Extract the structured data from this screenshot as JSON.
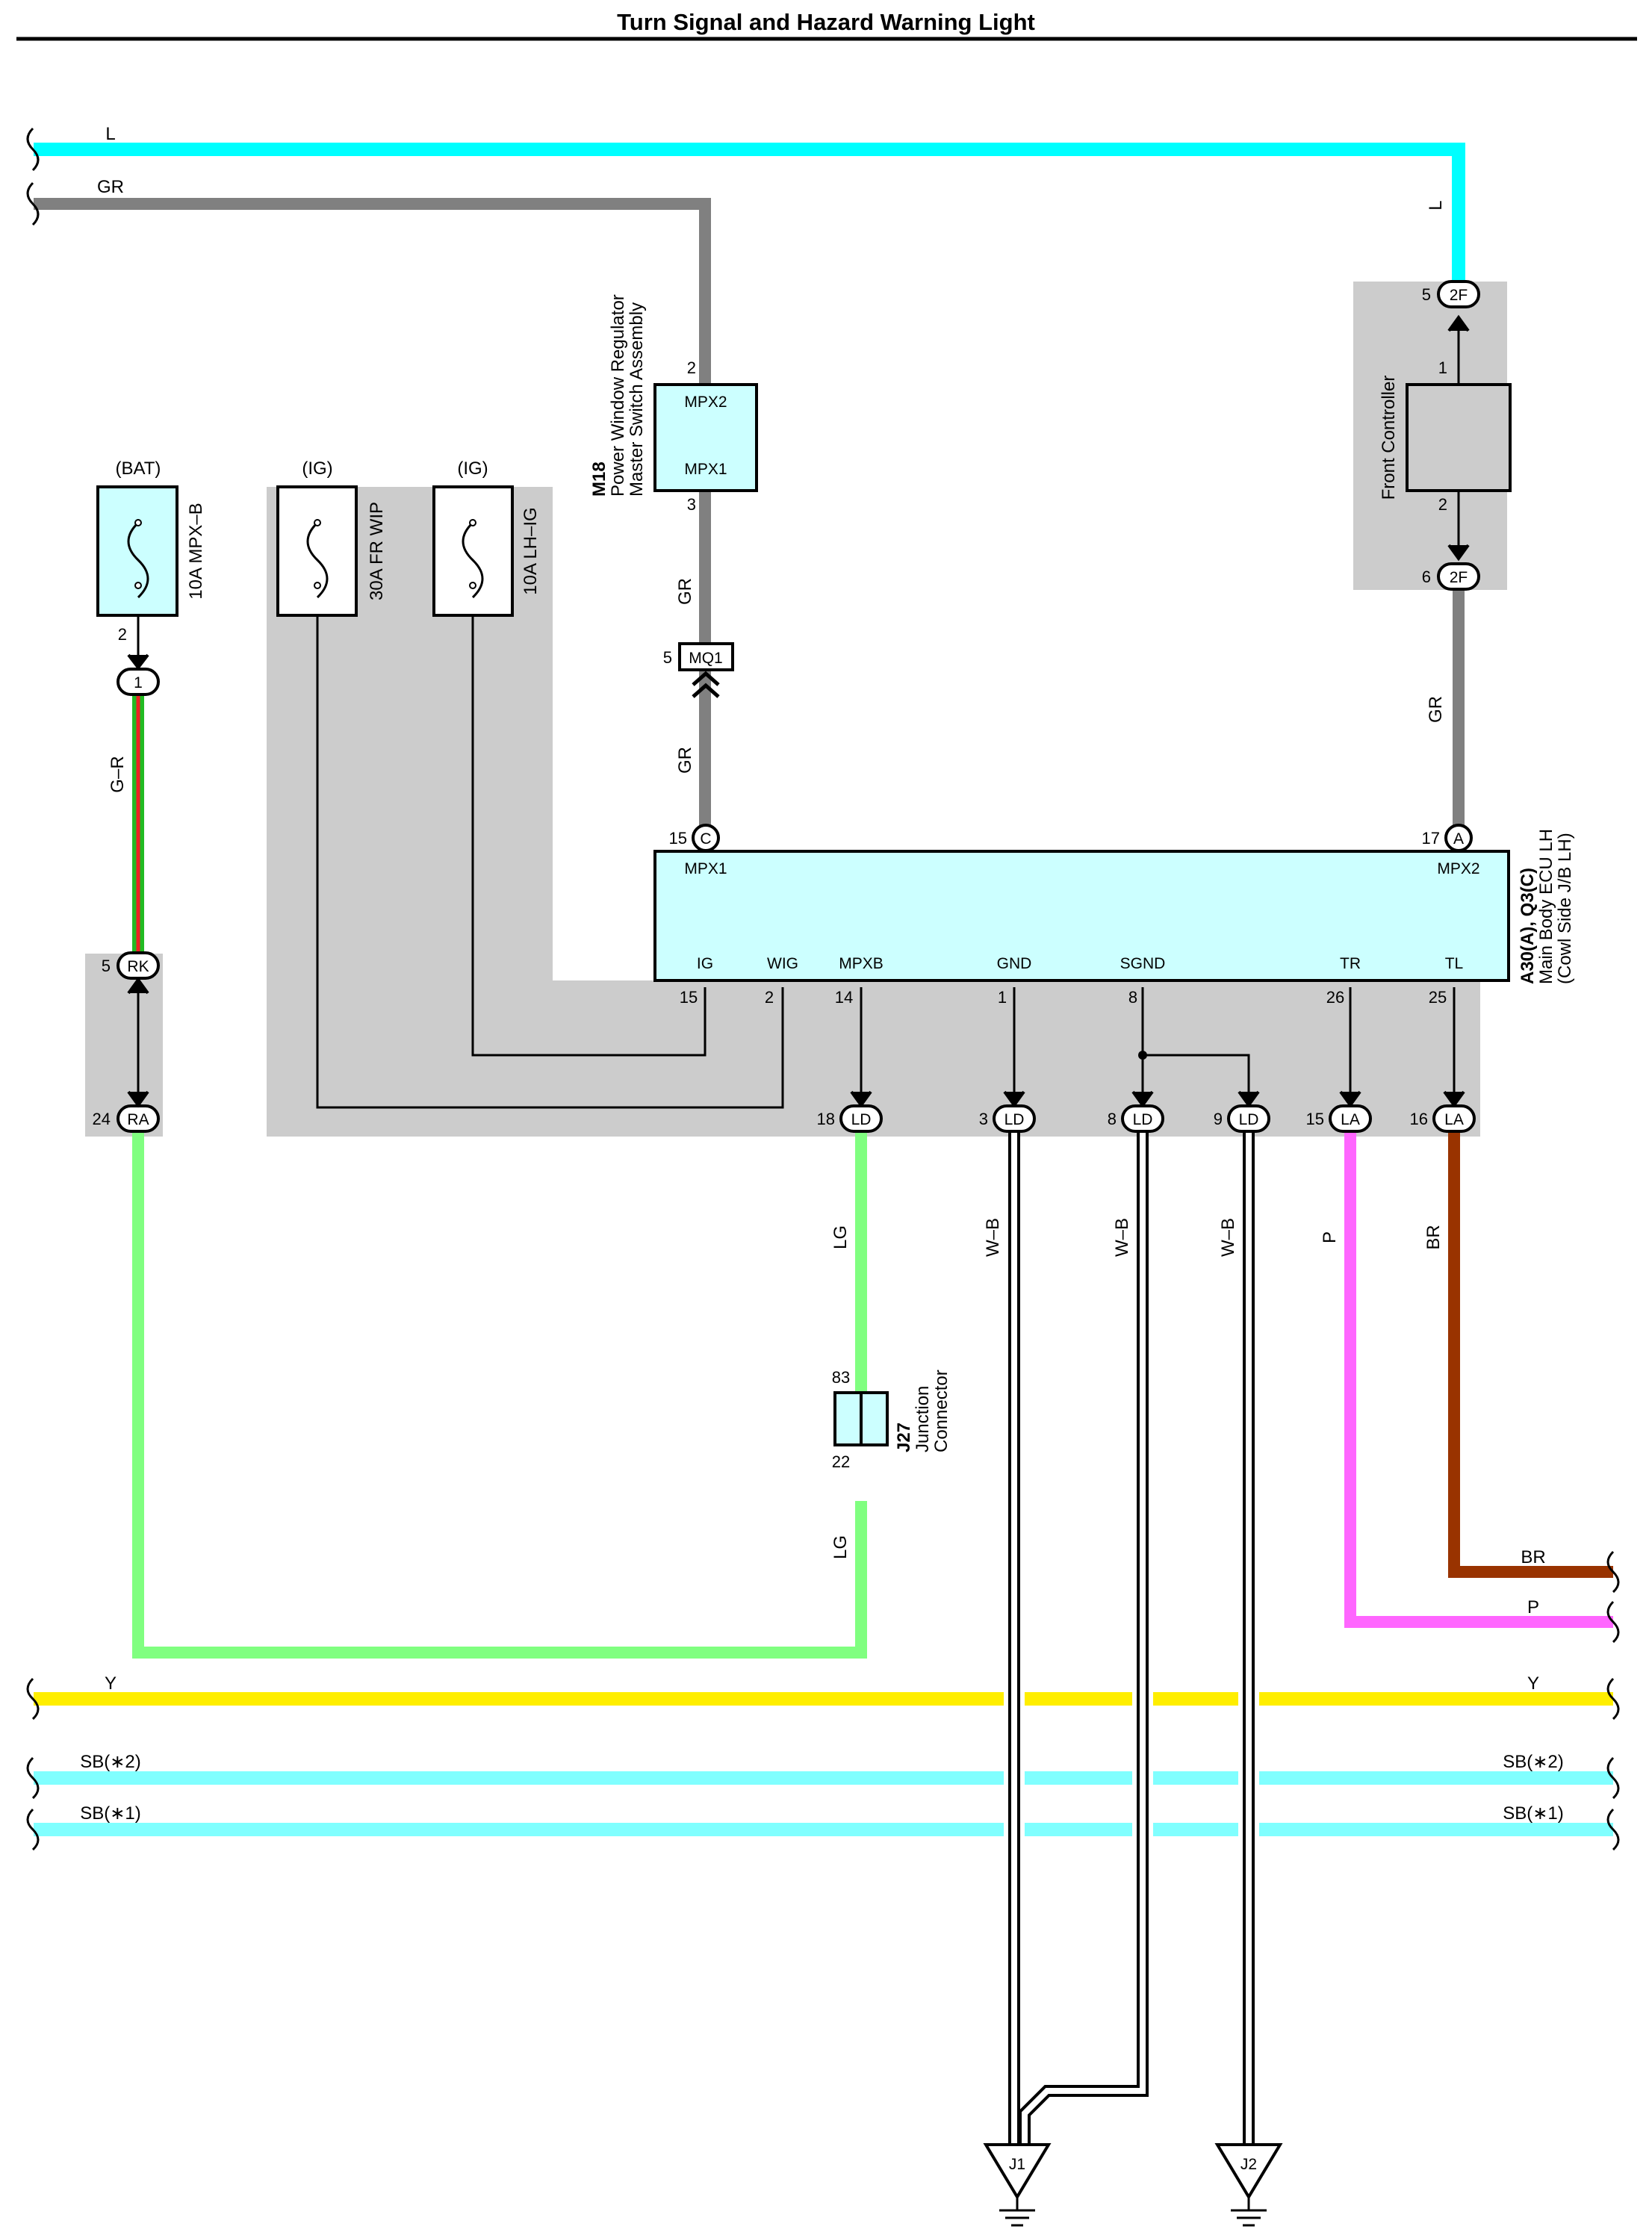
{
  "title": "Turn Signal and Hazard Warning Light",
  "colors": {
    "L": "#00ffff",
    "GR": "#808080",
    "G": "#22bb22",
    "R": "#ee2222",
    "LG": "#80ff80",
    "P": "#ff66ff",
    "BR": "#993300",
    "Y": "#ffee00",
    "SB": "#80ffff",
    "WB_outer": "#000000",
    "WB_inner": "#ffffff",
    "component_fill": "#ccffff",
    "shade": "#cccccc",
    "controller_fill": "#cccccc"
  },
  "wires": {
    "L_top": "L",
    "L_right": "L",
    "GR_top": "GR",
    "GR_mq1_top": "GR",
    "GR_mq1_bottom": "GR",
    "GR_front": "GR",
    "G_R": "G–R",
    "LG_1": "LG",
    "LG_2": "LG",
    "WB_1": "W–B",
    "WB_2": "W–B",
    "WB_3": "W–B",
    "P_vert": "P",
    "BR_vert": "BR",
    "BR_right": "BR",
    "P_right": "P",
    "Y_left": "Y",
    "Y_right": "Y",
    "SB2_left": "SB(∗2)",
    "SB2_right": "SB(∗2)",
    "SB1_left": "SB(∗1)",
    "SB1_right": "SB(∗1)"
  },
  "fuses": [
    {
      "supply": "(BAT)",
      "name": "10A MPX–B",
      "pin": "2"
    },
    {
      "supply": "(IG)",
      "name": "30A FR WIP"
    },
    {
      "supply": "(IG)",
      "name": "10A LH–IG"
    }
  ],
  "m18": {
    "code": "M18",
    "name_line1": "Power Window Regulator",
    "name_line2": "Master Switch Assembly",
    "terms": {
      "top": "MPX2",
      "bottom": "MPX1"
    },
    "pins": {
      "top": "2",
      "bottom": "3"
    }
  },
  "front_controller": {
    "name": "Front Controller",
    "pins": {
      "top": "1",
      "bottom": "2"
    }
  },
  "ecu": {
    "code": "A30(A), Q3(C)",
    "name_line1": "Main Body ECU LH",
    "name_line2": "(Cowl Side J/B LH)",
    "top_terms": [
      {
        "label": "MPX1",
        "pin": "15",
        "conn": "C"
      },
      {
        "label": "MPX2",
        "pin": "17",
        "conn": "A"
      }
    ],
    "bottom_terms": [
      {
        "label": "IG",
        "pin": "15"
      },
      {
        "label": "WIG",
        "pin": "2"
      },
      {
        "label": "MPXB",
        "pin": "14"
      },
      {
        "label": "GND",
        "pin": "1"
      },
      {
        "label": "SGND",
        "pin": "8"
      },
      {
        "label": "TR",
        "pin": "26"
      },
      {
        "label": "TL",
        "pin": "25"
      }
    ]
  },
  "connectors": {
    "c1": {
      "label": "1"
    },
    "mq1": {
      "label": "MQ1",
      "pin": "5"
    },
    "rk": {
      "label": "RK",
      "pin": "5"
    },
    "ra": {
      "label": "RA",
      "pin": "24"
    },
    "f2_top": {
      "label": "2F",
      "pin": "5"
    },
    "f2_bot": {
      "label": "2F",
      "pin": "6"
    },
    "ld18": {
      "label": "LD",
      "pin": "18"
    },
    "ld3": {
      "label": "LD",
      "pin": "3"
    },
    "ld8": {
      "label": "LD",
      "pin": "8"
    },
    "ld9": {
      "label": "LD",
      "pin": "9"
    },
    "la15": {
      "label": "LA",
      "pin": "15"
    },
    "la16": {
      "label": "LA",
      "pin": "16"
    }
  },
  "j27": {
    "code": "J27",
    "name_line1": "Junction",
    "name_line2": "Connector",
    "pin_top": "83",
    "pin_bottom": "22"
  },
  "grounds": [
    {
      "label": "J1"
    },
    {
      "label": "J2"
    }
  ]
}
